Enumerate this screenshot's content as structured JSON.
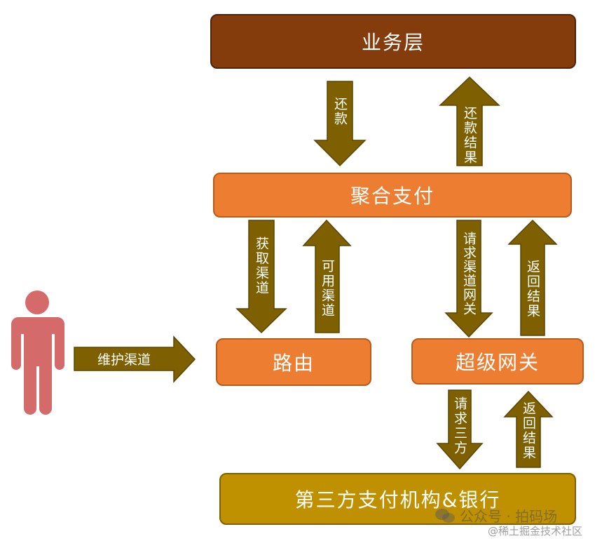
{
  "nodes": {
    "business_layer": "业务层",
    "aggregate_payment": "聚合支付",
    "router": "路由",
    "super_gateway": "超级网关",
    "third_party": "第三方支付机构&银行"
  },
  "arrows": {
    "repay": "还款",
    "repay_result": "还款结果",
    "get_channel": "获取渠道",
    "available_channel": "可用渠道",
    "request_channel_gateway": "请求渠道网关",
    "return_result_upper": "返回结果",
    "request_third_party": "请求三方",
    "return_result_lower": "返回结果",
    "maintain_channel": "维护渠道"
  },
  "actor": {
    "icon": "person-icon"
  },
  "watermark": {
    "line1": "公众号 · 拍码场",
    "line2": "@稀土掘金技术社区",
    "icon": "wechat-icon"
  },
  "colors": {
    "business": "#843C0C",
    "orange": "#ED7D31",
    "gold": "#BF9000",
    "arrow": "#7F6000",
    "person": "#D46A6A"
  }
}
